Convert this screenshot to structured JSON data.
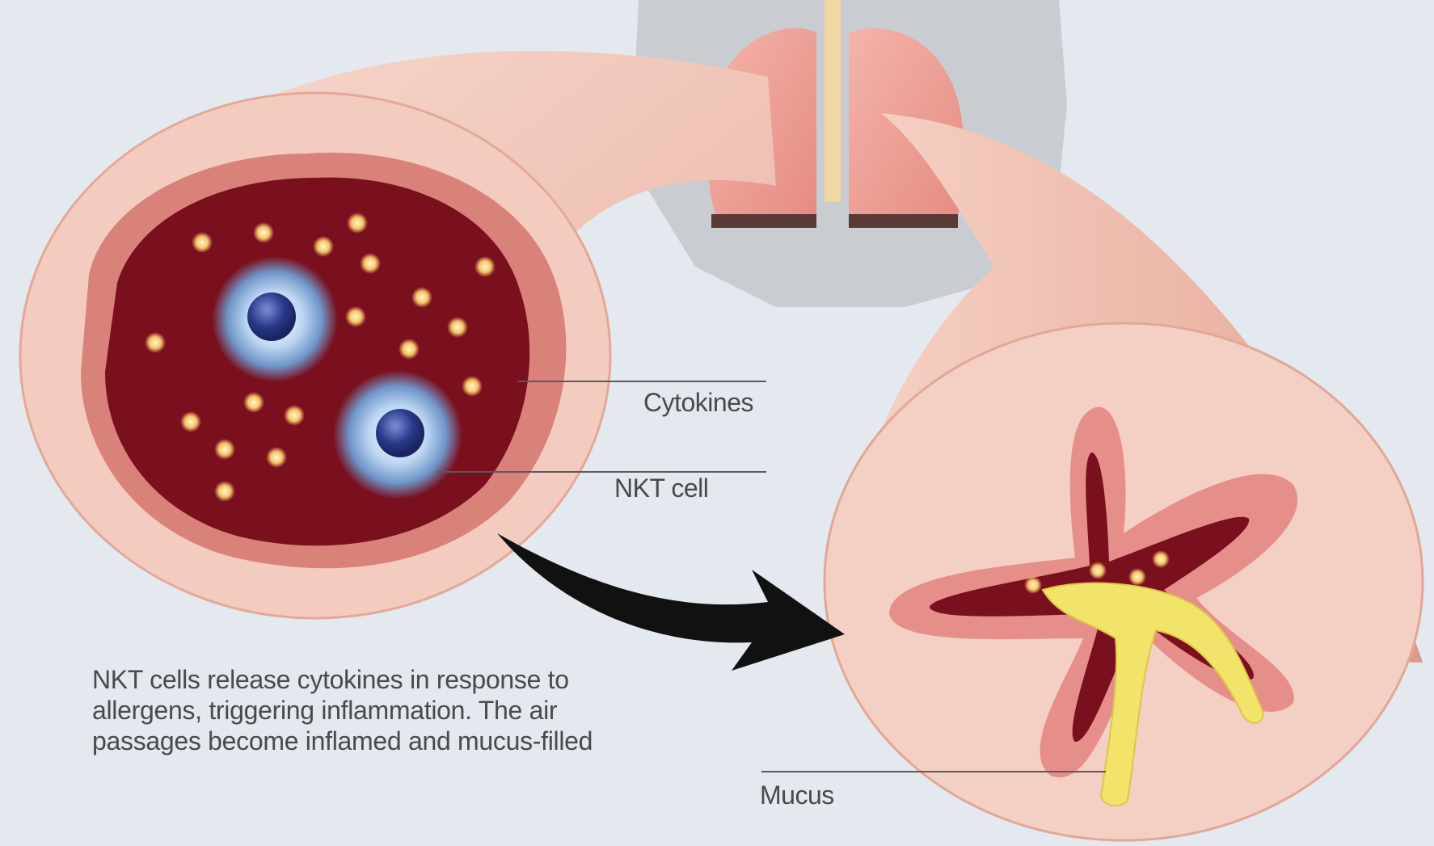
{
  "labels": {
    "cytokines": "Cytokines",
    "nkt_cell": "NKT cell",
    "mucus": "Mucus"
  },
  "caption": "NKT cells release cytokines in response to allergens, triggering inflammation. The air passages become inflamed and mucus-filled",
  "colors": {
    "background": "#e3e9ee",
    "tissue": "#f3c9bd",
    "tissue_dark": "#e8a898",
    "lumen": "#7a0f1e",
    "lung": "#e99a93",
    "mucus": "#f2e36a",
    "cell": "#2a3a8a",
    "arrow": "#111111"
  }
}
